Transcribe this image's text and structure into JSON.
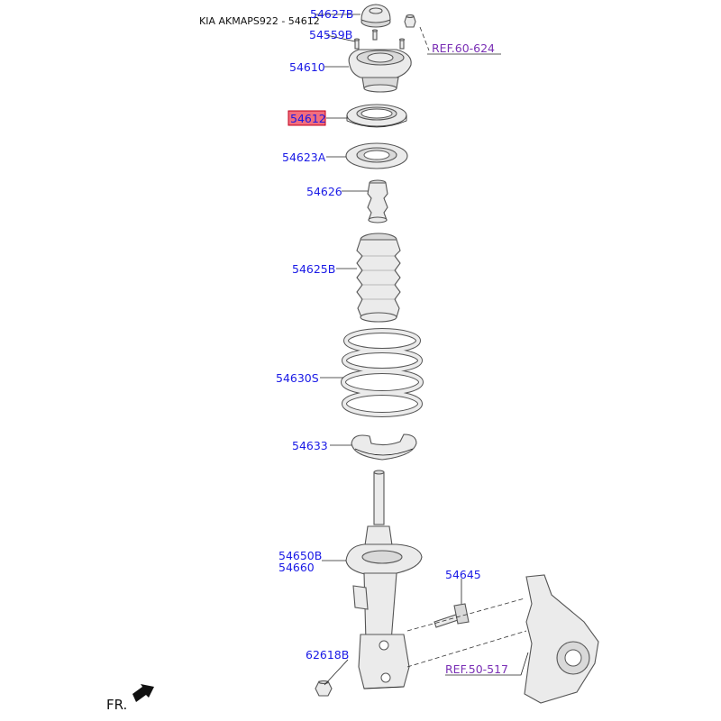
{
  "header": "KIA AKMAPS922 - 54612",
  "labels": {
    "p54627B": "54627B",
    "p54559B": "54559B",
    "p54610": "54610",
    "p54612": "54612",
    "p54623A": "54623A",
    "p54626": "54626",
    "p54625B": "54625B",
    "p54630S": "54630S",
    "p54633": "54633",
    "p54650B": "54650B",
    "p54660": "54660",
    "p54645": "54645",
    "p62618B": "62618B"
  },
  "refs": {
    "ref_top": "REF.60-624",
    "ref_knuckle": "REF.50-517"
  },
  "direction": "FR.",
  "colors": {
    "label": "#1a1ae6",
    "reference": "#7a2fb5",
    "highlight_fill": "#f26d7d",
    "highlight_border": "#c0001a"
  },
  "highlighted_part": "54612"
}
